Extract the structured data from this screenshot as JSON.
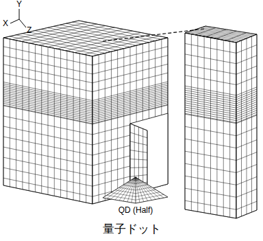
{
  "diagram": {
    "caption": "量子ドット",
    "labels": [
      "Y",
      "X",
      "Z",
      "QD (Half)"
    ]
  }
}
